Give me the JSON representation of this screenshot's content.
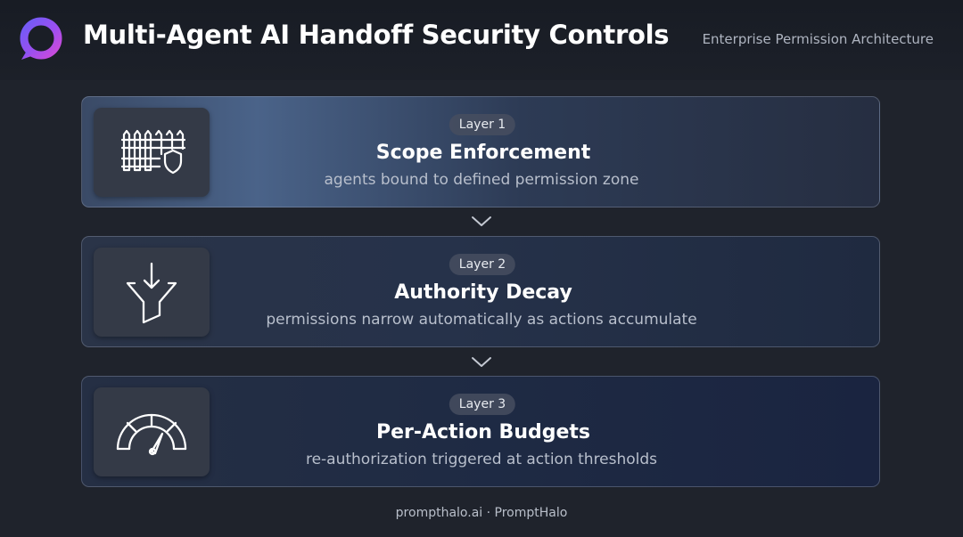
{
  "header": {
    "title": "Multi-Agent AI Handoff Security Controls",
    "subtitle": "Enterprise Permission Architecture",
    "logo_icon": "ring-logo-icon"
  },
  "layers": [
    {
      "badge": "Layer 1",
      "title": "Scope Enforcement",
      "description": "agents bound to defined permission zone",
      "icon": "fence-shield-icon"
    },
    {
      "badge": "Layer 2",
      "title": "Authority Decay",
      "description": "permissions narrow automatically as actions accumulate",
      "icon": "funnel-arrow-icon"
    },
    {
      "badge": "Layer 3",
      "title": "Per-Action Budgets",
      "description": "re-authorization triggered at action thresholds",
      "icon": "gauge-icon"
    }
  ],
  "connector_icon": "chevron-down-icon",
  "footer": {
    "text": "prompthalo.ai · PromptHalo"
  },
  "colors": {
    "background": "#1f232c",
    "accent_purple": "#a855f7",
    "accent_blue": "#4f6df5"
  }
}
